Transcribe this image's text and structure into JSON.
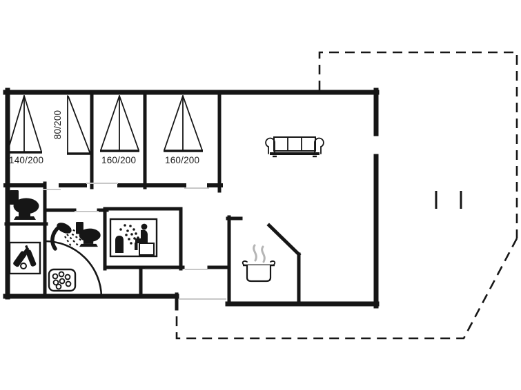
{
  "floorplan": {
    "beds": [
      {
        "label": "140/200"
      },
      {
        "label": "80/200"
      },
      {
        "label": "160/200"
      },
      {
        "label": "160/200"
      }
    ],
    "colors": {
      "wall": "#161616",
      "background": "#ffffff",
      "door": "#c7c7c7",
      "steam": "#b5b5b5"
    },
    "icons": [
      "toilet-icon",
      "toilet-icon",
      "shower-icon",
      "sauna-icon",
      "whirlpool-icon",
      "bottles-icon",
      "sofa-icon",
      "cooking-pot-icon"
    ]
  }
}
